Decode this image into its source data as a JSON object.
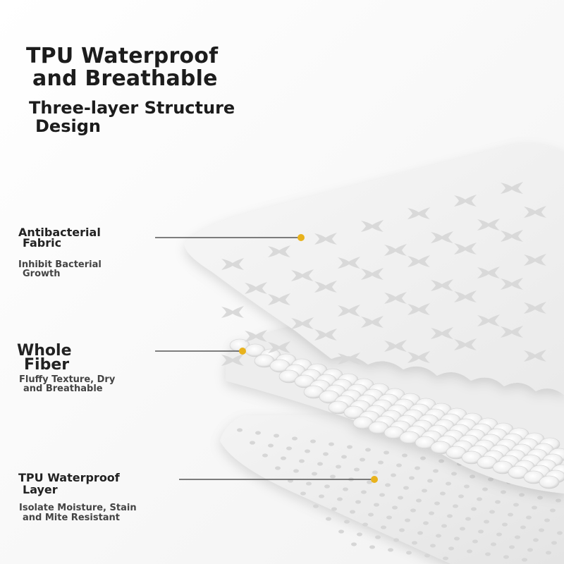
{
  "title": {
    "line1": "TPU Waterproof",
    "line2": "and Breathable",
    "line3": "Three-layer Structure",
    "line4": "Design"
  },
  "layers": [
    {
      "name_line1": "Antibacterial",
      "name_line2": "Fabric",
      "desc_line1": "Inhibit Bacterial",
      "desc_line2": "Growth"
    },
    {
      "name_line1": "Whole",
      "name_line2": "Fiber",
      "desc_line1": "Fluffy Texture, Dry",
      "desc_line2": "and Breathable"
    },
    {
      "name_line1": "TPU Waterproof",
      "name_line2": "Layer",
      "desc_line1": "Isolate Moisture, Stain",
      "desc_line2": "and Mite Resistant"
    }
  ],
  "colors": {
    "marker": "#e8b21c",
    "leader_line": "#555555",
    "text": "#1c1c1c"
  }
}
